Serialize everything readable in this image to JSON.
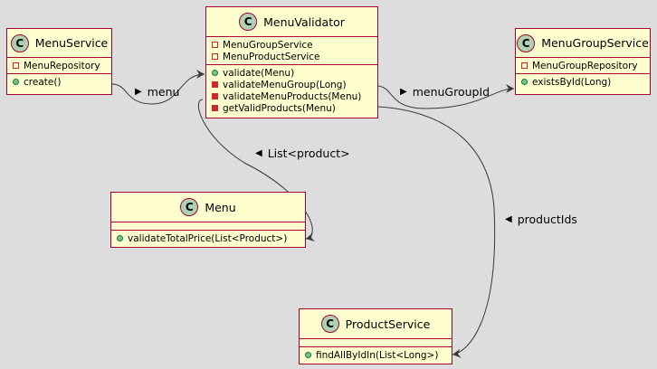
{
  "classes": {
    "menu_service": {
      "badge": "C",
      "name": "MenuService",
      "fields": [
        {
          "vis": "private",
          "text": "MenuRepository"
        }
      ],
      "methods": [
        {
          "vis": "public",
          "text": "create()"
        }
      ]
    },
    "menu_validator": {
      "badge": "C",
      "name": "MenuValidator",
      "fields": [
        {
          "vis": "private",
          "text": "MenuGroupService"
        },
        {
          "vis": "private",
          "text": "MenuProductService"
        }
      ],
      "methods": [
        {
          "vis": "public",
          "text": "validate(Menu)"
        },
        {
          "vis": "private-method",
          "text": "validateMenuGroup(Long)"
        },
        {
          "vis": "private-method",
          "text": "validateMenuProducts(Menu)"
        },
        {
          "vis": "private-method",
          "text": "getValidProducts(Menu)"
        }
      ]
    },
    "menu_group_service": {
      "badge": "C",
      "name": "MenuGroupService",
      "fields": [
        {
          "vis": "private",
          "text": "MenuGroupRepository"
        }
      ],
      "methods": [
        {
          "vis": "public",
          "text": "existsById(Long)"
        }
      ]
    },
    "menu": {
      "badge": "C",
      "name": "Menu",
      "fields": [],
      "methods": [
        {
          "vis": "public",
          "text": "validateTotalPrice(List<Product>)"
        }
      ]
    },
    "product_service": {
      "badge": "C",
      "name": "ProductService",
      "fields": [],
      "methods": [
        {
          "vis": "public",
          "text": "findAllByIdIn(List<Long>)"
        }
      ]
    }
  },
  "edges": {
    "menu": {
      "arrow": "▶",
      "label": "menu"
    },
    "menu_group_id": {
      "arrow": "▶",
      "label": "menuGroupId"
    },
    "list_product": {
      "arrow": "◀",
      "label": "List<product>"
    },
    "product_ids": {
      "arrow": "◀",
      "label": "productIds"
    }
  },
  "colors": {
    "background": "#DDDDDD",
    "class_fill": "#FEFECE",
    "class_border": "#A80036",
    "badge_fill": "#ADD1B2",
    "edge": "#383838"
  }
}
